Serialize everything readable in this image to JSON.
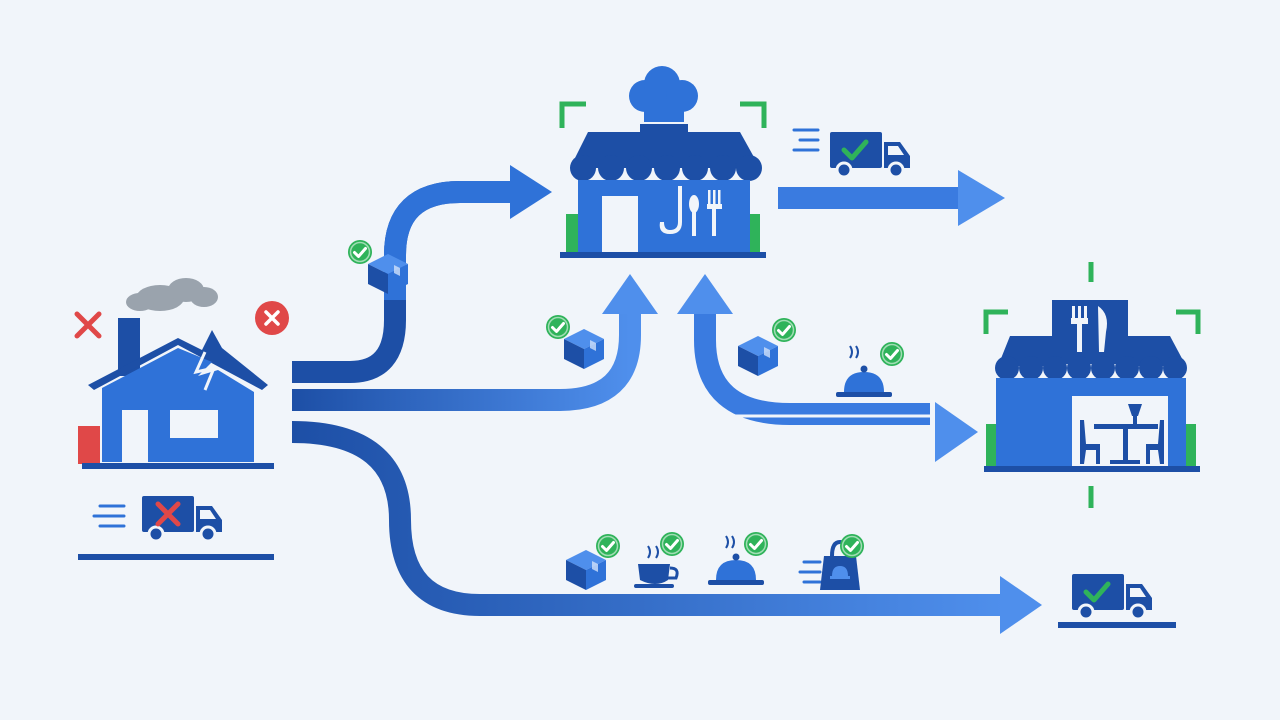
{
  "colors": {
    "background": "#f1f5fa",
    "navy": "#1d4fa6",
    "blue": "#2f72d8",
    "light_blue": "#4f8fec",
    "success_green": "#2fb35a",
    "error_red": "#e04848",
    "smoke_gray": "#9aa3ad"
  },
  "nodes": {
    "source": {
      "icon": "broken-factory-icon",
      "status": "disrupted",
      "badges": [
        "x-mark-icon",
        "error-badge-icon"
      ]
    },
    "source_truck": {
      "icon": "delivery-truck-icon",
      "status": "blocked"
    },
    "kitchen": {
      "icon": "ghost-kitchen-storefront-icon",
      "status": "ok"
    },
    "restaurant": {
      "icon": "restaurant-storefront-icon",
      "status": "ok"
    },
    "out_truck_top": {
      "icon": "delivery-truck-icon",
      "status": "ok"
    },
    "out_truck_bottom": {
      "icon": "delivery-truck-icon",
      "status": "ok"
    }
  },
  "flow_items": [
    {
      "icon": "package-icon",
      "status": "ok"
    },
    {
      "icon": "package-icon",
      "status": "ok"
    },
    {
      "icon": "package-icon",
      "status": "ok"
    },
    {
      "icon": "cloche-icon",
      "status": "ok"
    },
    {
      "icon": "package-icon",
      "status": "ok"
    },
    {
      "icon": "coffee-cup-icon",
      "status": "ok"
    },
    {
      "icon": "cloche-icon",
      "status": "ok"
    },
    {
      "icon": "takeout-bag-icon",
      "status": "ok"
    }
  ]
}
